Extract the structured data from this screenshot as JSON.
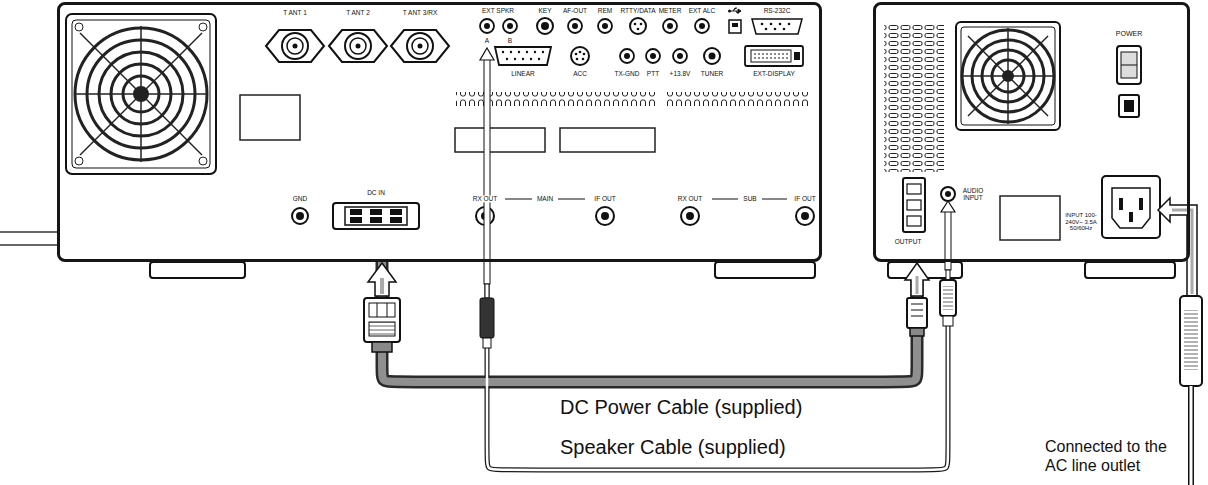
{
  "diagram": {
    "nodes": [
      {
        "text": [
          "T ANT 1",
          "T ANT 2",
          "T ANT 3/RX",
          "EXT SPKR",
          "A",
          "B",
          "KEY",
          "AF-OUT",
          "REM",
          "RTTY/DATA",
          "METER",
          "EXT ALC",
          "RS-232C",
          "LINEAR",
          "ACC",
          "TX-GND",
          "PTT",
          "+13.8V",
          "TUNER",
          "EXT-DISPLAY",
          "GND",
          "DC IN",
          "RX OUT",
          "MAIN",
          "IF OUT",
          "RX OUT",
          "SUB",
          "IF OUT"
        ]
      },
      {
        "text": [
          "POWER",
          "OUTPUT",
          "AUDIO INPUT",
          "INPUT 100-240V~ 3.5A 50/60Hz"
        ]
      }
    ],
    "edges": [
      {
        "from": 0,
        "to": 1,
        "arrow": "both",
        "label": "DC Power Cable (supplied)"
      },
      {
        "from": 0,
        "to": 1,
        "arrow": "both",
        "label": "Speaker Cable (supplied)"
      }
    ],
    "labels": [
      "Connected to the AC line outlet"
    ]
  }
}
